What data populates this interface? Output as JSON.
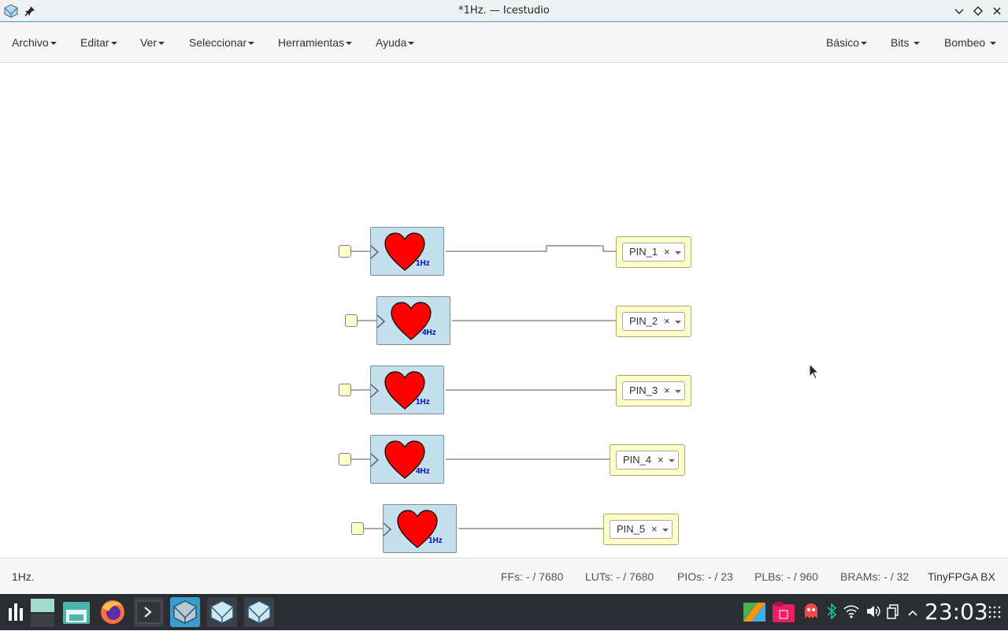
{
  "window": {
    "title": "*1Hz. — Icestudio"
  },
  "menu": {
    "left": [
      "Archivo",
      "Editar",
      "Ver",
      "Seleccionar",
      "Herramientas",
      "Ayuda"
    ],
    "right": [
      "Básico",
      "Bits",
      "Bombeo"
    ]
  },
  "blocks": [
    {
      "freq": "1Hz",
      "pin": "PIN_1"
    },
    {
      "freq": "4Hz",
      "pin": "PIN_2"
    },
    {
      "freq": "1Hz",
      "pin": "PIN_3"
    },
    {
      "freq": "4Hz",
      "pin": "PIN_4"
    },
    {
      "freq": "1Hz",
      "pin": "PIN_5"
    }
  ],
  "pin_clear_glyph": "×",
  "status": {
    "file": "1Hz.",
    "ffs": "FFs:  - / 7680",
    "luts": "LUTs:  - / 7680",
    "pios": "PIOs:  - / 23",
    "plbs": "PLBs:  - / 960",
    "brams": "BRAMs:  - / 32",
    "board": "TinyFPGA BX"
  },
  "taskbar": {
    "clock": "23:03",
    "apps": [
      "app-launcher-icon",
      "desktop-pager-icon",
      "file-manager-icon",
      "firefox-icon",
      "terminal-icon",
      "icestudio-icon",
      "icestudio-icon",
      "icestudio-icon"
    ],
    "tray": [
      "palette-icon",
      "clipboard-icon",
      "ghost-icon",
      "bluetooth-icon",
      "wifi-icon",
      "volume-icon",
      "window-icon",
      "chevron-up-icon",
      "grid-icon"
    ]
  },
  "colors": {
    "block_fill": "#c3e0ec",
    "port_fill": "#ffffc8",
    "heart": "#ff0000",
    "freq_text": "#0000cc",
    "taskbar": "#2a2e32",
    "accent": "#4a9fb2"
  }
}
